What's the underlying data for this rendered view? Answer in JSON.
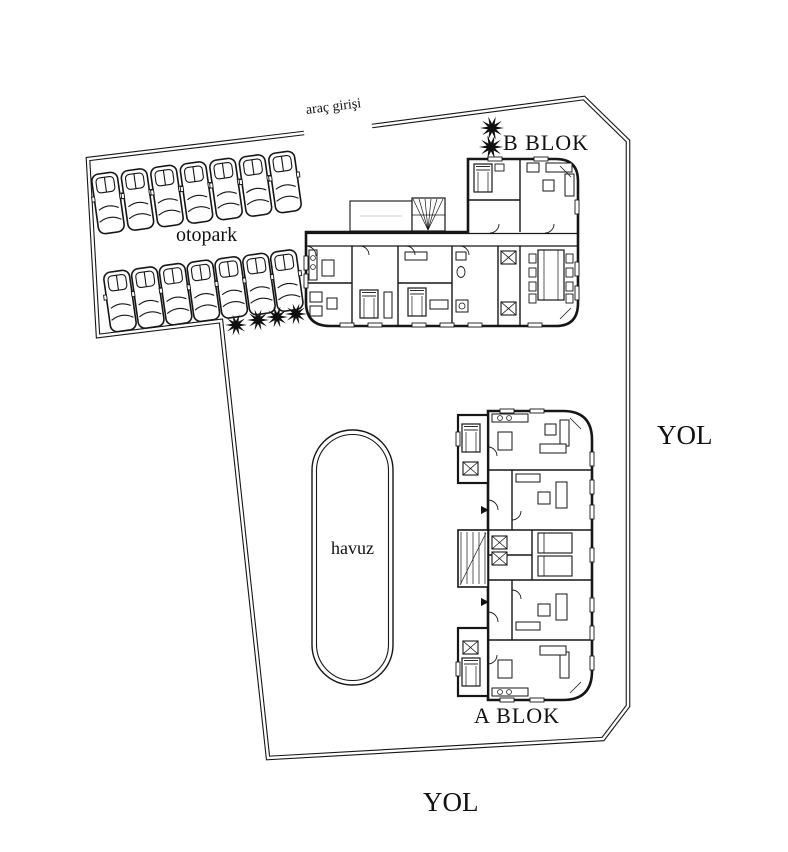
{
  "labels": {
    "vehicle_entrance": "araç girişi",
    "parking": "otopark",
    "pool": "havuz",
    "block_b": "B BLOK",
    "block_a": "A BLOK",
    "road_right": "YOL",
    "road_bottom": "YOL"
  },
  "site": {
    "type": "architectural site plan",
    "parking": {
      "rows": 2,
      "cars_per_row": [
        7,
        7
      ],
      "total_cars": 14
    },
    "trees": {
      "at_parking_edge": 4,
      "at_block_b_label": 2,
      "symbol": "ten-point-star-tree"
    },
    "pool_shape": "capsule, double outline",
    "buildings": [
      {
        "name": "B BLOK",
        "position": "upper right",
        "style": "apartment floor plan with central corridor and stair"
      },
      {
        "name": "A BLOK",
        "position": "lower right",
        "style": "apartment floor plan, vertical, stair on left"
      }
    ],
    "roads": [
      "right side",
      "bottom"
    ],
    "boundary": "double thin line polygon with entrance gap at top"
  },
  "icons": {
    "tree": "star-burst glyph",
    "car": "top-view sedan outline",
    "stairs": "fan of radiating treads",
    "shaft": "box with X"
  },
  "colors": {
    "ink": "#161616",
    "background": "#ffffff"
  }
}
